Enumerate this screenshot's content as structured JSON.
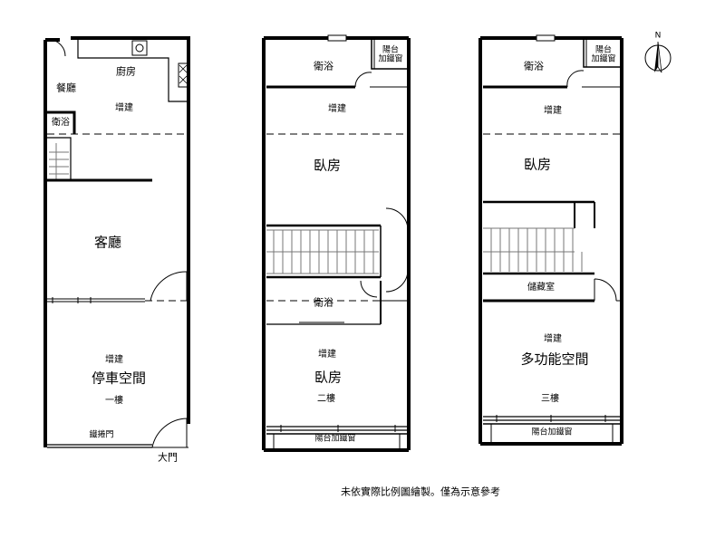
{
  "floor1": {
    "kitchen": "廚房",
    "dining": "餐廳",
    "addition_top": "增建",
    "bath": "衛浴",
    "living": "客廳",
    "addition_parking": "增建",
    "parking": "停車空間",
    "floor_label": "一樓",
    "shutter": "鐵捲門",
    "main_door": "大門"
  },
  "floor2": {
    "bath_top": "衛浴",
    "balcony_window": "陽台\n加鐵窗",
    "addition_top": "增建",
    "bedroom_top": "臥房",
    "bath_mid": "衛浴",
    "addition_bottom": "增建",
    "bedroom_bottom": "臥房",
    "floor_label": "二樓",
    "front_balcony": "陽台加鐵窗"
  },
  "floor3": {
    "bath_top": "衛浴",
    "balcony_window": "陽台\n加鐵窗",
    "addition_top": "增建",
    "bedroom": "臥房",
    "storage": "儲藏室",
    "addition_bottom": "增建",
    "multi_room": "多功能空間",
    "floor_label": "三樓",
    "front_balcony": "陽台加鐵窗"
  },
  "compass": {
    "north": "N"
  },
  "note": "未依實際比例圖繪製。僅為示意參考",
  "colors": {
    "wall": "#000000",
    "line": "#333333",
    "stair": "#777777"
  }
}
